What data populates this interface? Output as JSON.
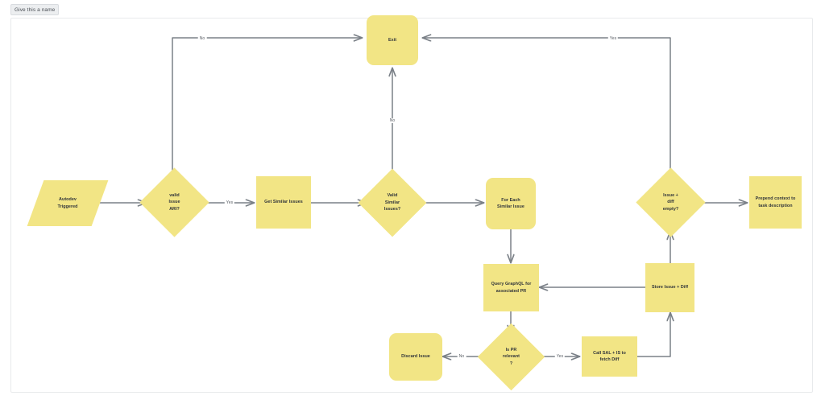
{
  "header": {
    "name_field_placeholder": "Give this a name"
  },
  "diagram": {
    "type": "flowchart",
    "node_fill": "#f2e585",
    "edge_color": "#7a8087",
    "nodes": [
      {
        "id": "autodev",
        "label": "Autodev\nTriggered",
        "shape": "parallelogram"
      },
      {
        "id": "valid_ari",
        "label": "valid\nIssue\nARI?",
        "shape": "diamond"
      },
      {
        "id": "get_sim",
        "label": "Get Similar Issues",
        "shape": "rect"
      },
      {
        "id": "valid_sim",
        "label": "Valid\nSimilar\nIssues?",
        "shape": "diamond"
      },
      {
        "id": "for_each",
        "label": "For Each\nSimilar Issue",
        "shape": "round"
      },
      {
        "id": "exit",
        "label": "Exit",
        "shape": "round"
      },
      {
        "id": "query_gql",
        "label": "Query GraphQL for\nassociated PR",
        "shape": "rect"
      },
      {
        "id": "is_pr_rel",
        "label": "Is PR\nrelevant\n?",
        "shape": "diamond"
      },
      {
        "id": "discard",
        "label": "Discard Issue",
        "shape": "round"
      },
      {
        "id": "call_sal",
        "label": "Call SAL + IS to\nfetch Diff",
        "shape": "rect"
      },
      {
        "id": "store",
        "label": "Store Issue + Diff",
        "shape": "rect"
      },
      {
        "id": "issue_diff",
        "label": "Issue +\ndiff\nempty?",
        "shape": "diamond"
      },
      {
        "id": "prepend",
        "label": "Prepend context to\ntask description",
        "shape": "rect"
      }
    ],
    "edge_labels": [
      {
        "id": "no_top_left",
        "text": "No"
      },
      {
        "id": "yes_top_right",
        "text": "Yes"
      },
      {
        "id": "no_mid",
        "text": "No"
      },
      {
        "id": "yes_ari",
        "text": "Yes"
      },
      {
        "id": "no_pr",
        "text": "No"
      },
      {
        "id": "yes_pr",
        "text": "Yes"
      }
    ]
  }
}
